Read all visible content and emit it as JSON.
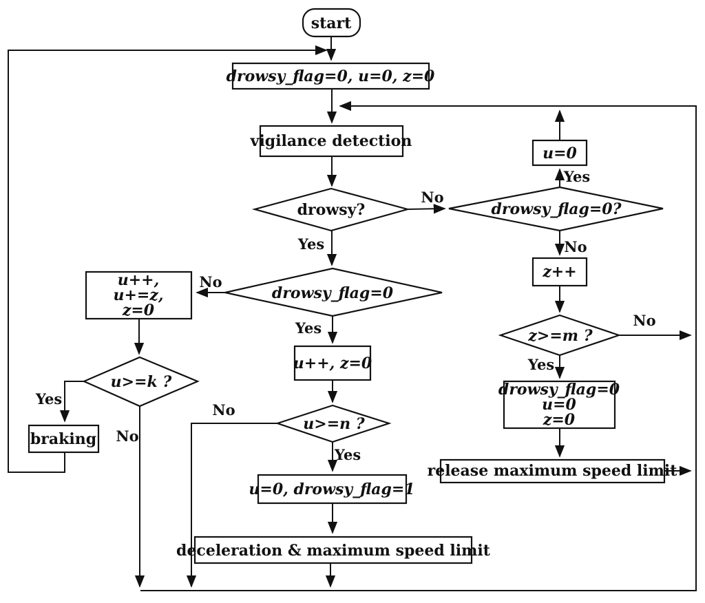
{
  "diagram": {
    "background": "#ffffff",
    "stroke_color": "#111111",
    "nodes": {
      "start": {
        "label": "start"
      },
      "init": {
        "label": "drowsy_flag=0, u=0, z=0"
      },
      "vigilance": {
        "label": "vigilance detection"
      },
      "drowsy_q": {
        "label": "drowsy?"
      },
      "flag_q_right": {
        "label": "drowsy_flag=0?"
      },
      "u_zero": {
        "label": "u=0"
      },
      "z_inc": {
        "label": "z++"
      },
      "z_ge_m": {
        "label": "z>=m ?"
      },
      "reset": {
        "lines": [
          "drowsy_flag=0",
          "u=0",
          "z=0"
        ]
      },
      "release": {
        "label": "release maximum speed limit"
      },
      "flag_q_center": {
        "label": "drowsy_flag=0"
      },
      "u_update": {
        "lines": [
          "u++,",
          "u+=z,",
          "z=0"
        ]
      },
      "u_ge_k": {
        "label": "u>=k ?"
      },
      "braking": {
        "label": "braking"
      },
      "u_inc": {
        "label": "u++, z=0"
      },
      "u_ge_n": {
        "label": "u>=n ?"
      },
      "set_flag": {
        "label": "u=0, drowsy_flag=1"
      },
      "decel": {
        "label": "deceleration & maximum speed limit"
      }
    },
    "edge_labels": {
      "drowsy_no": "No",
      "drowsy_yes": "Yes",
      "flag_right_yes": "Yes",
      "flag_right_no": "No",
      "z_ge_m_no": "No",
      "z_ge_m_yes": "Yes",
      "flag_center_no": "No",
      "flag_center_yes": "Yes",
      "u_ge_k_yes": "Yes",
      "u_ge_k_no": "No",
      "u_ge_n_no": "No",
      "u_ge_n_yes": "Yes"
    }
  }
}
